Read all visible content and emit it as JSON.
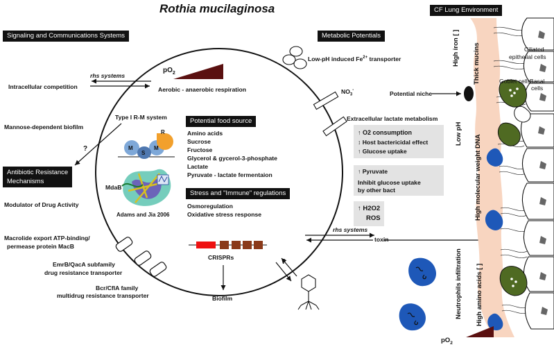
{
  "title": "Rothia mucilaginosa",
  "headers": {
    "signaling": "Signaling and Communications Systems",
    "metabolic": "Metabolic Potentials",
    "cf_lung": "CF Lung Environment",
    "antibiotic_line1": "Antibiotic Resistance",
    "antibiotic_line2": "Mechanisms",
    "food": "Potential food source",
    "stress": "Stress and \"Immune\" regulations"
  },
  "left": {
    "rhs_systems": "rhs systems",
    "intracellular": "Intracellular competition",
    "type1": "Type I R-M system",
    "mannose": "Mannose-dependent biofilm",
    "question": "?",
    "modulator": "Modulator of Drug Activity",
    "macrolide_1": "Macrolide export ATP-binding/",
    "macrolide_2": "permease protein MacB",
    "emrb_1": "EmrB/QacA subfamily",
    "emrb_2": "drug resistance transporter",
    "bcr_1": "Bcr/CflA family",
    "bcr_2": "multidrug resistance transporter",
    "mdab": "MdaB",
    "adams": "Adams and Jia 2006",
    "rm_labels": [
      "M",
      "S",
      "M",
      "R"
    ]
  },
  "center": {
    "po2": "pO",
    "po2_sub": "2",
    "aerobic": "Aerobic - anaerobic respiration",
    "food_items": [
      "Amino acids",
      "Sucrose",
      "Fructose",
      "Glycerol & gycerol-3-phosphate",
      "Lactate",
      "Pyruvate - lactate fermentaion"
    ],
    "stress_items": [
      "Osmoregulation",
      "Oxidative stress response"
    ],
    "crisprs": "CRISPRs",
    "biofilm": "Biofilm",
    "phage_q": "?"
  },
  "right": {
    "low_ph_transport": "Low-pH induced Fe",
    "fe_sup": "2+",
    "transporter": " transporter",
    "no3": "NO",
    "no3_sub": "3",
    "no3_sup": "-",
    "potential_niche": "Potential niche",
    "lactate_metab": "Extracellular lactate metabolism",
    "box1": [
      "O2 consumption",
      "Host bactericidal effect",
      "Glucose uptake"
    ],
    "box2_1": "Pyruvate",
    "box2_2": "Inhibit glucose uptake",
    "box2_3": "by other bact",
    "box3_1": "H2O2",
    "box3_2": "ROS",
    "rhs_systems": "rhs systems",
    "toxin": "toxin"
  },
  "lung": {
    "ciliated": "Ciliated",
    "epithelial": "epithelial cells",
    "goblet": "Goblet cells",
    "basal": "Basal",
    "cells": "cells",
    "high_iron": "High iron [ ]",
    "thick_mucins": "Thick mucins",
    "low_ph": "Low pH",
    "hmw_dna": "High molecular weight DNA",
    "neutrophils": "Neutrophils infiltration",
    "high_aa": "High amino acids [ ]",
    "po2": "pO",
    "po2_sub": "2"
  },
  "colors": {
    "crispr_red": "#ee1111",
    "crispr_brown": "#8b3a1a",
    "mucus": "#f8d5c0",
    "goblet": "#4f6a22",
    "neutrophil": "#1e58b8",
    "rm_blue": "#7ea8d8",
    "rm_orange": "#f2a02c",
    "gradient": "#5a1010"
  }
}
